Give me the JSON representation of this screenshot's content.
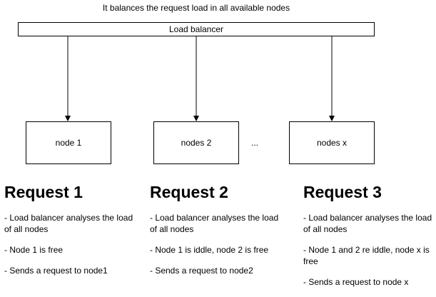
{
  "caption": "It balances the request load in all available nodes",
  "load_balancer": {
    "label": "Load balancer"
  },
  "nodes": [
    {
      "label": "node 1"
    },
    {
      "label": "nodes 2"
    },
    {
      "label": "nodes x"
    }
  ],
  "ellipsis": "...",
  "requests": [
    {
      "title": "Request 1",
      "steps": [
        "- Load balancer analyses the load of all nodes",
        "- Node 1 is free",
        "- Sends a request to node1"
      ]
    },
    {
      "title": "Request 2",
      "steps": [
        "- Load balancer analyses the load of all nodes",
        "- Node 1 is iddle, node 2 is free",
        "- Sends a request to node2"
      ]
    },
    {
      "title": "Request 3",
      "steps": [
        "- Load balancer analyses the load of all nodes",
        "- Node  1 and 2 re iddle, node x is free",
        "- Sends a request to node x"
      ]
    }
  ]
}
